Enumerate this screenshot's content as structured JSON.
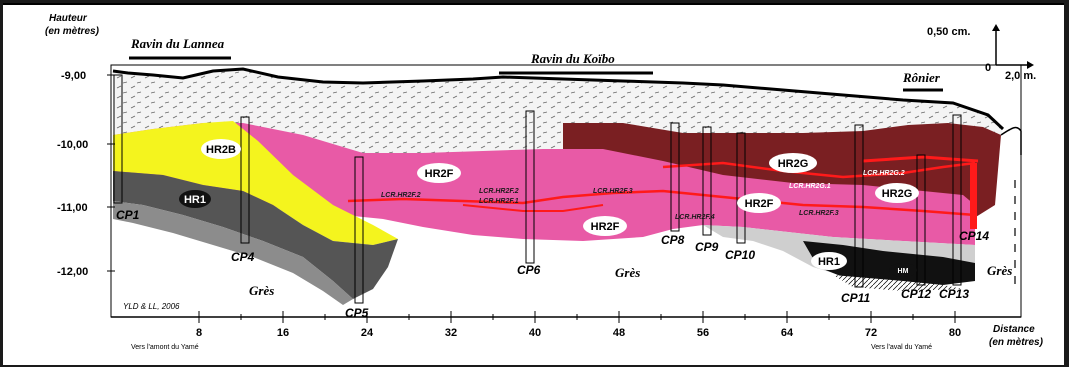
{
  "axis": {
    "y_title_line1": "Hauteur",
    "y_title_line2": "(en mètres)",
    "y_ticks": [
      "-9,00",
      "-10,00",
      "-11,00",
      "-12,00"
    ],
    "x_ticks": [
      "8",
      "16",
      "24",
      "32",
      "40",
      "48",
      "56",
      "64",
      "72",
      "80"
    ],
    "x_title_line1": "Distance",
    "x_title_line2": "(en mètres)",
    "x_note_left": "Vers l'amont du Yamé",
    "x_note_right": "Vers l'aval du Yamé"
  },
  "scale": {
    "vertical": "0,50 cm.",
    "zero": "0",
    "horizontal": "2,0 m."
  },
  "ravines": [
    "Ravin du Lannea",
    "Ravin du Koïbo",
    "Rônier"
  ],
  "credit": "YLD & LL, 2006",
  "horizons": [
    "HR2B",
    "HR1",
    "HR2F",
    "HR2F",
    "HR2F",
    "HR2G",
    "HR2G",
    "HR1",
    "HM"
  ],
  "lcr_labels": [
    "LCR.HR2F.2",
    "LCR.HR2F.2",
    "LCR.HR2F.1",
    "LCR.HR2F.3",
    "LCR.HR2F.4",
    "LCR.HR2G.1",
    "LCR.HR2G.2",
    "LCR.HR2F.3"
  ],
  "pits": [
    "CP1",
    "CP4",
    "CP5",
    "CP6",
    "CP8",
    "CP9",
    "CP10",
    "CP11",
    "CP12",
    "CP13",
    "CP14"
  ],
  "gres": [
    "Grès",
    "Grès",
    "Grès"
  ],
  "colors": {
    "fill_top": "#f1f1f1",
    "yellow": "#f4f41e",
    "pink": "#e85aa6",
    "brown": "#7a1f22",
    "gray_dark": "#555555",
    "gray_mid": "#8c8c8c",
    "gray_light": "#cfcfcf",
    "red_line": "#ff1a1a"
  }
}
